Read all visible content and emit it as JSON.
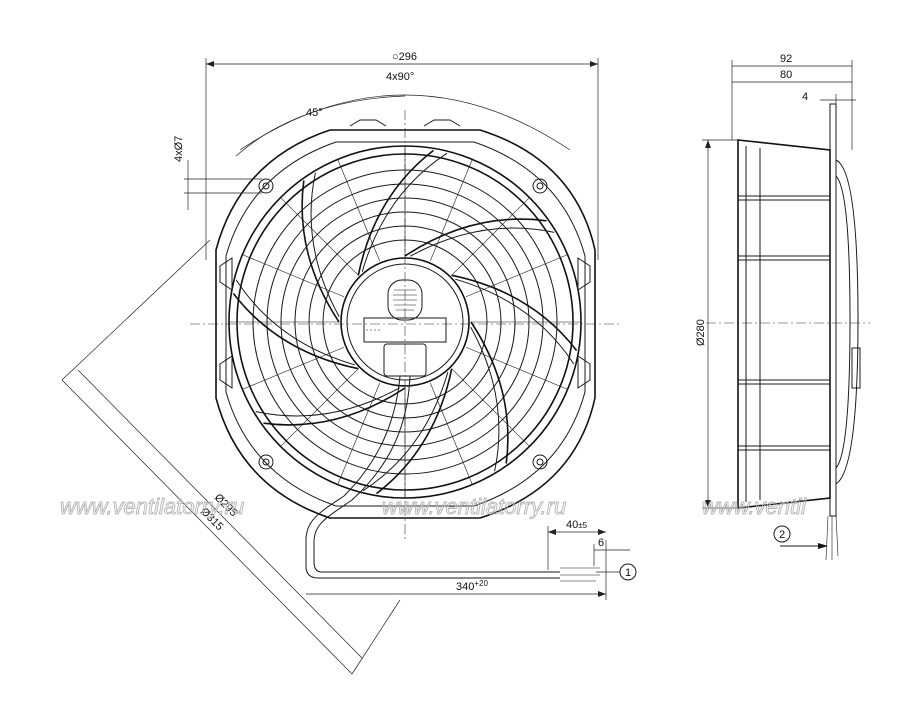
{
  "dimensions": {
    "overall_width": "○296",
    "hole_pattern": "4x90°",
    "angle": "45°",
    "holes": "4xØ7",
    "diameter_295": "Ø295",
    "diameter_315": "Ø315",
    "lead_length_base": "340",
    "lead_length_tol": "+20",
    "strip_length_base": "40",
    "strip_length_tol": "±5",
    "strip_end": "6",
    "depth_total": "92",
    "depth_body": "80",
    "flange": "4",
    "height": "Ø280"
  },
  "callouts": {
    "one": "1",
    "two": "2"
  },
  "watermark": {
    "left": "www.ventilatorry.ru",
    "middle": "www.ventilatorry.ru",
    "right": "www.ventil"
  }
}
